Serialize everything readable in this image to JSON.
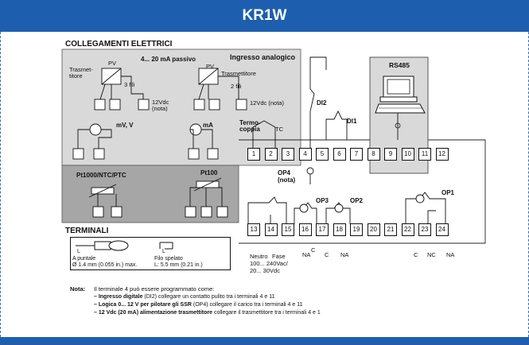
{
  "title": "KR1W",
  "section_wiring": "COLLEGAMENTI ELETTRICI",
  "analog": {
    "current_label": "4... 20 mA passivo",
    "heading": "Ingresso analogico",
    "pv": "PV",
    "trasmettitore_a": "Trasmet-\ntitore",
    "three_wires": "3 fili",
    "trasmettitore_b": "Trasmettitore",
    "two_wires": "2 fili",
    "vdc_note": "12Vdc\n(nota)",
    "vdc_note_inline": "12Vdc (nota)",
    "mv_label": "mV, V",
    "ma_label": "mA",
    "tc_label": "TC",
    "thermocouple": "Termo-\ncoppia",
    "rtd_label": "Pt1000/NTC/PTC",
    "pt100": "Pt100"
  },
  "terminals_row_top": [
    "1",
    "2",
    "3",
    "4",
    "5",
    "6",
    "7",
    "8",
    "9",
    "10",
    "11",
    "12"
  ],
  "terminals_row_bottom": [
    "13",
    "14",
    "15",
    "16",
    "17",
    "18",
    "19",
    "20",
    "21",
    "22",
    "23",
    "24"
  ],
  "digital": {
    "di2": "DI2",
    "di1": "DI1",
    "op4": "OP4\n(nota)",
    "op3": "OP3",
    "op2": "OP2",
    "op1": "OP1",
    "rs485": "RS485"
  },
  "contacts": {
    "c": "C",
    "na": "NA",
    "nc": "NC",
    "neutro": "Neutro",
    "fase": "Fase"
  },
  "supply": "100... 240Vac/\n20... 30Vdc",
  "terminals_section": {
    "heading": "TERMINALI",
    "puntale": "A puntale",
    "puntale_dim": "Ø 1.4 mm (0.055 in.) max.",
    "filo": "Filo spelato",
    "filo_dim": "L: 5.5 mm (0.21 in.)",
    "L": "L"
  },
  "nota": {
    "label": "Nota:",
    "intro": "Il terminale 4 può essere programmato come:",
    "items": [
      {
        "bold": "Ingresso digitale",
        "rest": " (DI2) collegare un contatto pulito tra i terminali 4 e 11"
      },
      {
        "bold": "Logica 0... 12 V per pilotare gli SSR",
        "rest": " (OP4) collegare il carico tra i terminali 4 e 11"
      },
      {
        "bold": "12 Vdc (20 mA) alimentazione trasmettitore",
        "rest": " collegare il trasmettitore tra i terminali 4 e 1"
      }
    ]
  },
  "colors": {
    "brand_blue": "#1d5fae",
    "light_gray": "#d9d9d9",
    "dark_gray": "#a6a6a6"
  }
}
